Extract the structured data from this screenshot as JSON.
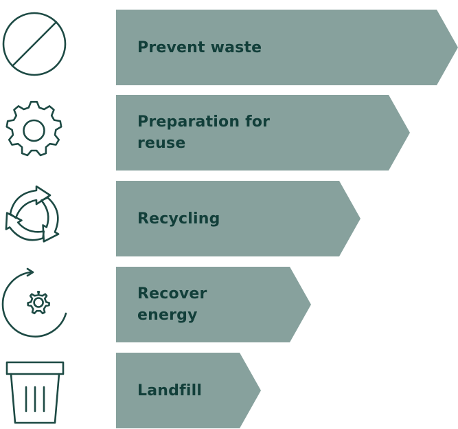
{
  "diagram": {
    "colors": {
      "arrow_fill": "#87a19d",
      "label_text": "#123f3a",
      "icon_stroke": "#1d4a44",
      "background": "#ffffff"
    },
    "tiers": [
      {
        "label_lines": [
          "Prevent waste"
        ],
        "icon": "prohibited-circle-icon"
      },
      {
        "label_lines": [
          "Preparation for",
          "reuse"
        ],
        "icon": "gear-icon"
      },
      {
        "label_lines": [
          "Recycling"
        ],
        "icon": "recycle-arrows-icon"
      },
      {
        "label_lines": [
          "Recover",
          "energy"
        ],
        "icon": "energy-recovery-icon"
      },
      {
        "label_lines": [
          "Landfill"
        ],
        "icon": "trash-bin-icon"
      }
    ]
  }
}
